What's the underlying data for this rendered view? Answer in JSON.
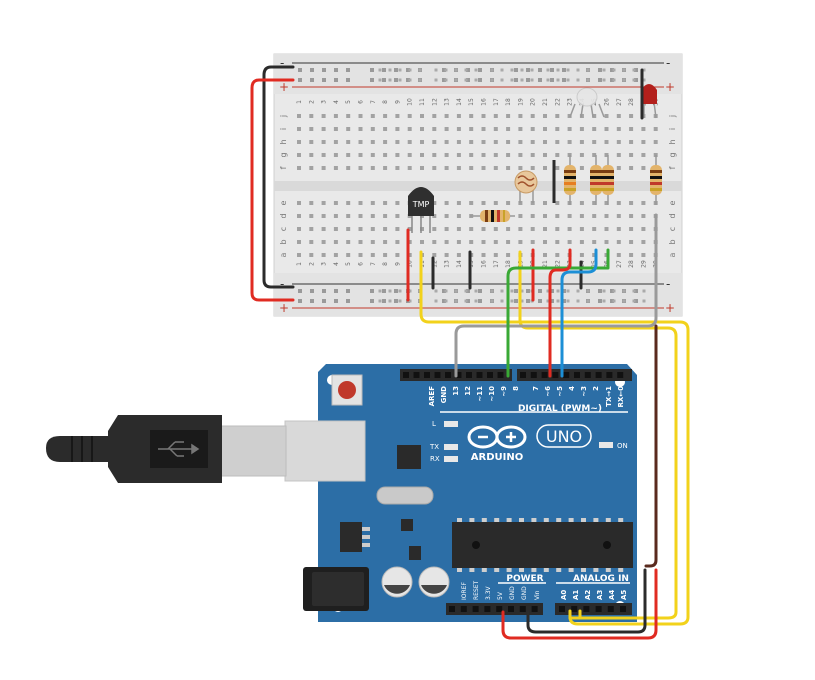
{
  "breadboard": {
    "rail_plus": "+",
    "rail_minus": "-",
    "row_letters_top": [
      "j",
      "i",
      "h",
      "g",
      "f"
    ],
    "row_letters_bottom": [
      "e",
      "d",
      "c",
      "b",
      "a"
    ],
    "column_numbers": [
      "1",
      "2",
      "3",
      "4",
      "5",
      "6",
      "7",
      "8",
      "9",
      "10",
      "11",
      "12",
      "13",
      "14",
      "15",
      "16",
      "17",
      "18",
      "19",
      "20",
      "21",
      "22",
      "23",
      "24",
      "25",
      "26",
      "27",
      "28",
      "29",
      "30"
    ]
  },
  "components": {
    "temp_sensor_label": "TMP"
  },
  "arduino": {
    "digital_pins": [
      "AREF",
      "GND",
      "13",
      "12",
      "~11",
      "~10",
      "~9",
      "8",
      "7",
      "~6",
      "~5",
      "4",
      "~3",
      "2",
      "TX→1",
      "RX←0"
    ],
    "digital_title": "DIGITAL (PWM~)",
    "brand": "ARDUINO",
    "model": "UNO",
    "power_title": "POWER",
    "analog_title": "ANALOG IN",
    "power_pins": [
      "IOREF",
      "RESET",
      "3.3V",
      "5V",
      "GND",
      "GND",
      "Vin"
    ],
    "analog_pins": [
      "A0",
      "A1",
      "A2",
      "A3",
      "A4",
      "A5"
    ],
    "led_l": "L",
    "led_tx": "TX",
    "led_rx": "RX",
    "led_on": "ON"
  },
  "colors": {
    "board": "#2c6ea6",
    "wire_red": "#e02b22",
    "wire_black": "#2b2b2b",
    "wire_yellow": "#f2d21b",
    "wire_green": "#39a935",
    "wire_blue": "#1c8fd6",
    "wire_gray": "#9a9a9a",
    "wire_brown": "#5a2a1e",
    "led_red": "#b3201c"
  }
}
